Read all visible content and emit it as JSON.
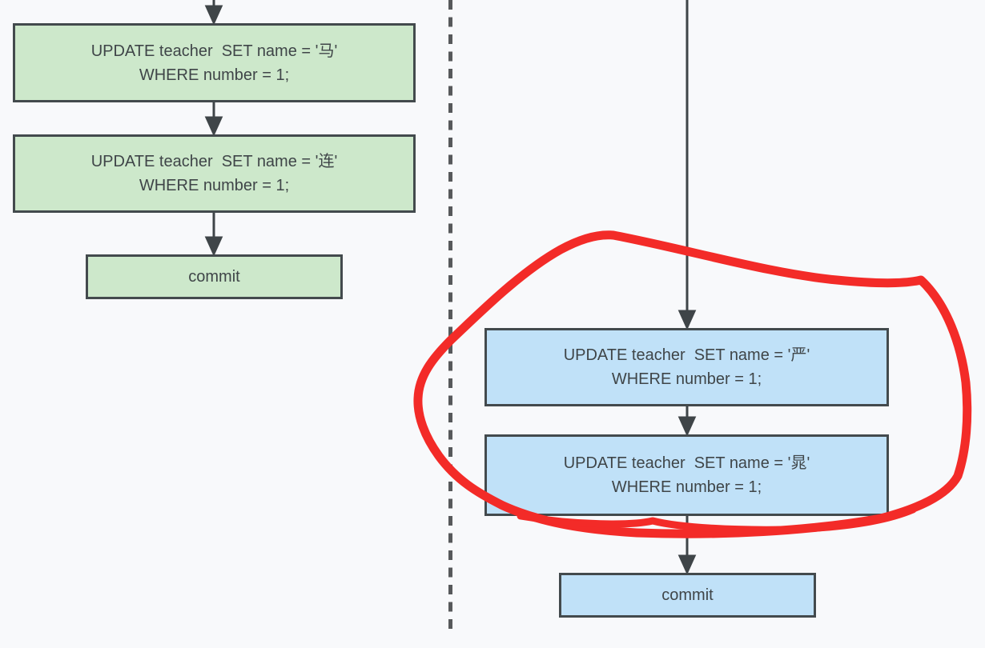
{
  "diagram": {
    "description": "Two concurrent database transactions shown as flowcharts separated by a dashed divider; the two blue UPDATE statements are circled in red",
    "background_color": "#f8f9fb",
    "border_color": "#434a4d",
    "line_color": "#3f4548",
    "divider_color": "#57595b",
    "left_transaction": {
      "fill_color": "#cde8cb",
      "steps": [
        {
          "line1": "UPDATE teacher  SET name = '马'",
          "line2": "WHERE number = 1;"
        },
        {
          "line1": "UPDATE teacher  SET name = '连'",
          "line2": "WHERE number = 1;"
        },
        {
          "label": "commit"
        }
      ]
    },
    "right_transaction": {
      "fill_color": "#c0e1f8",
      "steps": [
        {
          "line1": "UPDATE teacher  SET name = '严'",
          "line2": "WHERE number = 1;"
        },
        {
          "line1": "UPDATE teacher  SET name = '晁'",
          "line2": "WHERE number = 1;"
        },
        {
          "label": "commit"
        }
      ]
    },
    "annotation": {
      "shape": "hand-drawn circle",
      "color": "#f32b28",
      "encircles": "the two blue UPDATE statements"
    }
  }
}
